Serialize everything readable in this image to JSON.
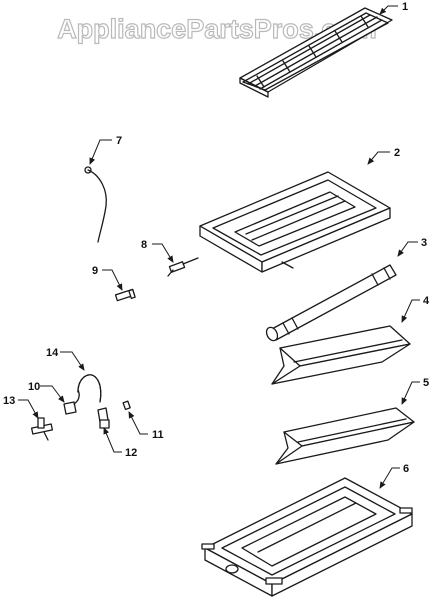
{
  "watermark": "AppliancePartsPros.com",
  "callouts": {
    "c1": "1",
    "c2": "2",
    "c3": "3",
    "c4": "4",
    "c5": "5",
    "c6": "6",
    "c7": "7",
    "c8": "8",
    "c9": "9",
    "c10": "10",
    "c11": "11",
    "c12": "12",
    "c13": "13",
    "c14": "14"
  }
}
